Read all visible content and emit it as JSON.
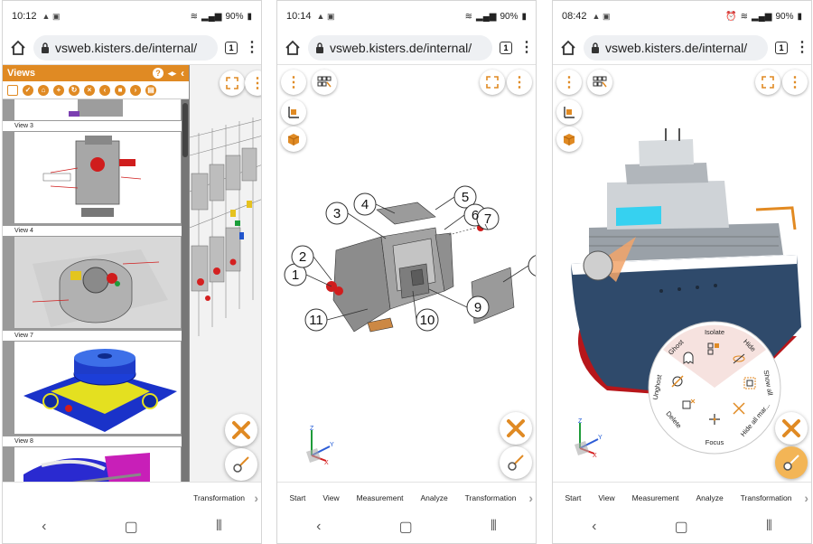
{
  "screens": [
    {
      "status": {
        "time": "10:12",
        "battery": "90%"
      },
      "url": "vsweb.kisters.de/internal/",
      "tab_count": "1",
      "views_panel": {
        "title": "Views",
        "items": [
          {
            "label": "View 3"
          },
          {
            "label": "View 4"
          },
          {
            "label": "View 7"
          },
          {
            "label": "View 8"
          }
        ]
      },
      "tabbar": {
        "tabs": [
          "Transformation"
        ]
      }
    },
    {
      "status": {
        "time": "10:14",
        "battery": "90%"
      },
      "url": "vsweb.kisters.de/internal/",
      "tab_count": "1",
      "callouts": [
        "1",
        "2",
        "3",
        "4",
        "5",
        "6",
        "7",
        "9",
        "10",
        "11"
      ],
      "tabbar": {
        "tabs": [
          "Start",
          "View",
          "Measurement",
          "Analyze",
          "Transformation"
        ]
      }
    },
    {
      "status": {
        "time": "08:42",
        "battery": "90%"
      },
      "url": "vsweb.kisters.de/internal/",
      "tab_count": "1",
      "radial_menu": {
        "items": [
          "Isolate",
          "Hide",
          "Show all",
          "Hide all mar...",
          "Focus",
          "Delete",
          "Unghost",
          "Ghost"
        ]
      },
      "tabbar": {
        "tabs": [
          "Start",
          "View",
          "Measurement",
          "Analyze",
          "Transformation"
        ]
      }
    }
  ],
  "axes": {
    "x": "X",
    "y": "Y",
    "z": "Z"
  },
  "colors": {
    "accent": "#e08a23",
    "active_button": "#f3b556"
  }
}
